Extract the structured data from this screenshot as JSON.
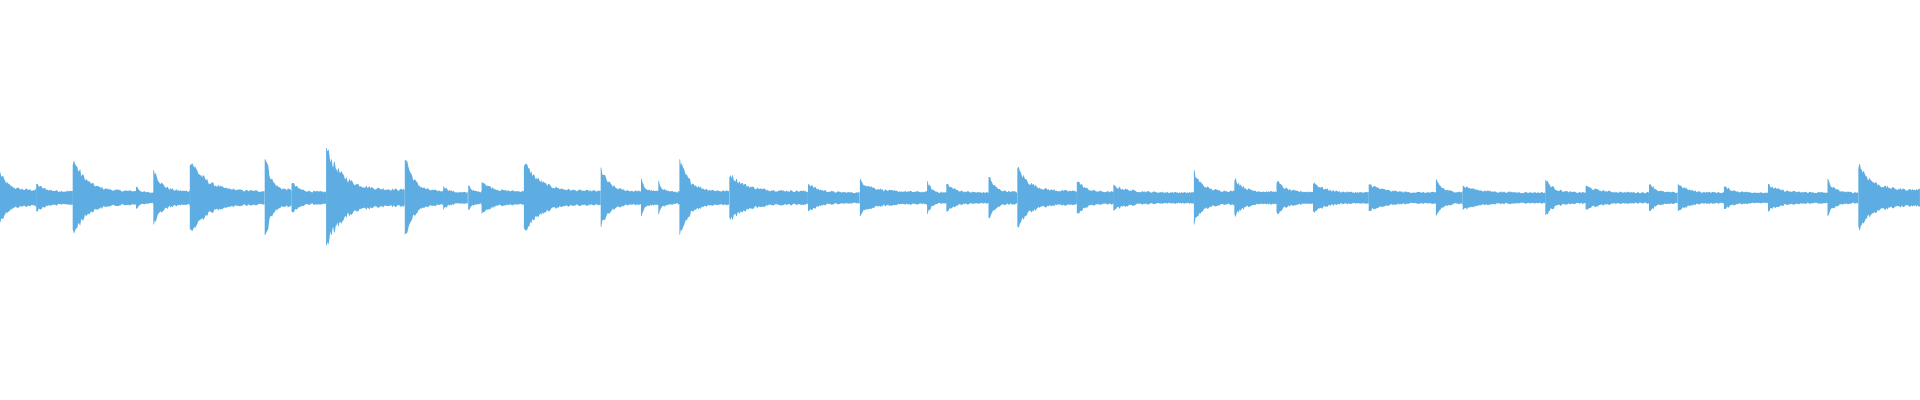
{
  "waveform": {
    "color": "#5DADE2",
    "onsets": [
      0.0,
      0.019,
      0.038,
      0.071,
      0.08,
      0.099,
      0.138,
      0.152,
      0.17,
      0.211,
      0.231,
      0.244,
      0.251,
      0.273,
      0.313,
      0.334,
      0.343,
      0.354,
      0.38,
      0.421,
      0.448,
      0.483,
      0.493,
      0.515,
      0.53,
      0.561,
      0.58,
      0.622,
      0.643,
      0.665,
      0.684,
      0.713,
      0.748,
      0.762,
      0.805,
      0.826,
      0.859,
      0.874,
      0.898,
      0.921,
      0.952,
      0.968
    ],
    "peaks": [
      0.32,
      0.18,
      0.5,
      0.15,
      0.38,
      0.5,
      0.58,
      0.2,
      0.62,
      0.56,
      0.16,
      0.18,
      0.23,
      0.45,
      0.37,
      0.22,
      0.2,
      0.46,
      0.3,
      0.18,
      0.22,
      0.21,
      0.18,
      0.28,
      0.38,
      0.23,
      0.15,
      0.32,
      0.25,
      0.22,
      0.2,
      0.18,
      0.24,
      0.15,
      0.23,
      0.15,
      0.2,
      0.18,
      0.14,
      0.16,
      0.22,
      0.44
    ],
    "tails": [
      0.12,
      0.1,
      0.1,
      0.08,
      0.1,
      0.1,
      0.12,
      0.09,
      0.12,
      0.1,
      0.08,
      0.09,
      0.1,
      0.1,
      0.1,
      0.1,
      0.09,
      0.1,
      0.1,
      0.08,
      0.09,
      0.08,
      0.08,
      0.09,
      0.1,
      0.09,
      0.08,
      0.1,
      0.09,
      0.09,
      0.08,
      0.08,
      0.09,
      0.08,
      0.08,
      0.08,
      0.08,
      0.08,
      0.08,
      0.08,
      0.08,
      0.12
    ]
  }
}
